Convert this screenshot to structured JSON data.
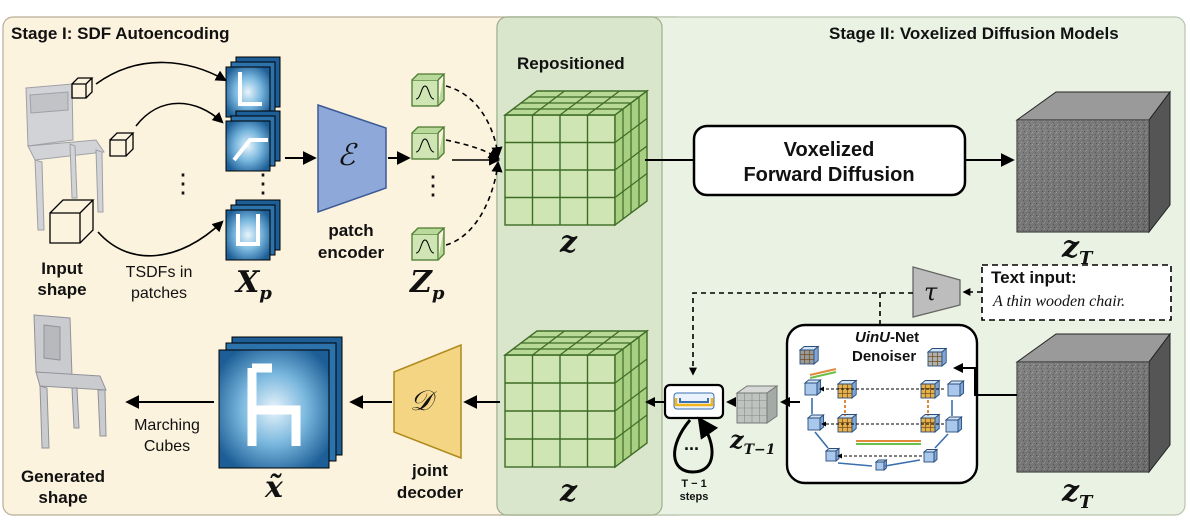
{
  "stage1": {
    "title": "Stage I: SDF Autoencoding"
  },
  "stage2": {
    "title": "Stage II: Voxelized Diffusion Models"
  },
  "labels": {
    "input_shape": [
      "Input",
      "shape"
    ],
    "tsdfs": [
      "TSDFs in",
      "patches"
    ],
    "xp": "X",
    "xp_sub": "p",
    "encoder_symbol": "ℰ",
    "patch_encoder": [
      "patch",
      "encoder"
    ],
    "zp": "Z",
    "zp_sub": "p",
    "dots": "⋮",
    "repositioned": "Repositioned",
    "z_top": "z",
    "forward_diffusion": [
      "Voxelized",
      "Forward Diffusion"
    ],
    "zT_top": "z",
    "zT_sub": "T",
    "tau": "τ",
    "text_input_title": "Text input:",
    "text_input_value": "A thin wooden chair.",
    "uinu_prefix": "UinU",
    "uinu_suffix": "-Net",
    "denoiser": "Denoiser",
    "zT1": "z",
    "zT1_sub": "T−1",
    "loop_dots": "...",
    "steps": [
      "T − 1",
      "steps"
    ],
    "z_bottom": "z",
    "zT_bottom": "z",
    "zT_bottom_sub": "T",
    "decoder_symbol": "𝒟",
    "joint_decoder": [
      "joint",
      "decoder"
    ],
    "x_tilde": "x̃",
    "marching_cubes": [
      "Marching",
      "Cubes"
    ],
    "generated_shape": [
      "Generated",
      "shape"
    ]
  },
  "colors": {
    "stage1_bg": "#fcf3df",
    "stage2_bg": "#eaf3e3",
    "middle_bg": "#dae6cc",
    "voxel_green": "#cfe6b4",
    "encoder_blue": "#8ea9d9",
    "decoder_yellow": "#f3d584",
    "tau_gray": "#bdbdbd",
    "unet_blue": "#a9c8ec"
  }
}
